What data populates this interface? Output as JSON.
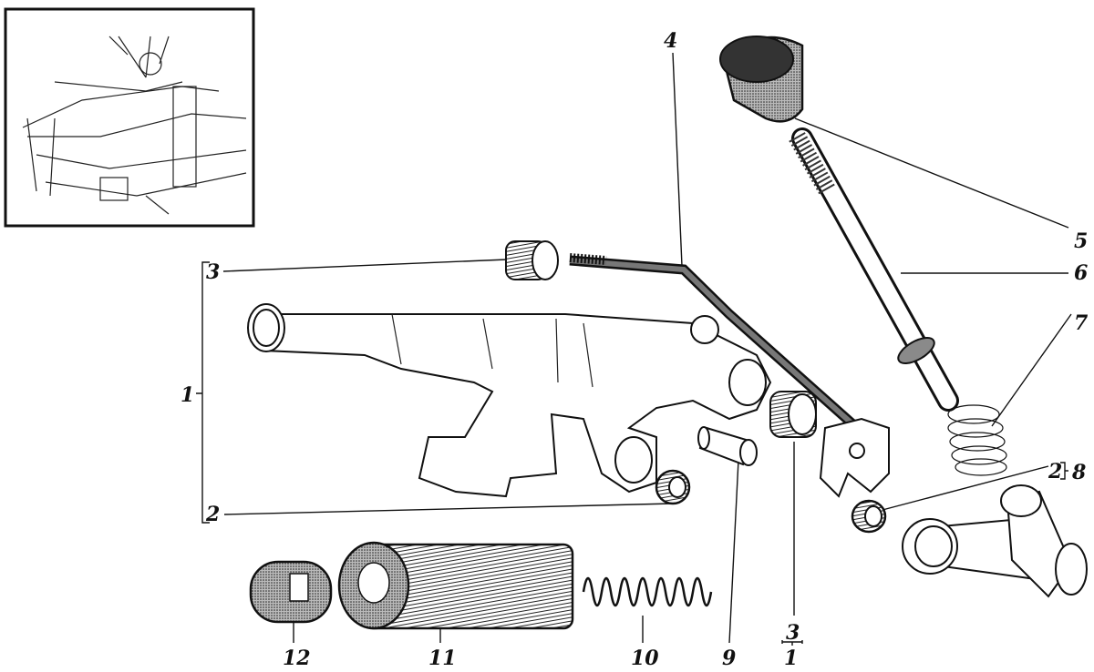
{
  "diagram": {
    "labels": {
      "l1": "1",
      "l2": "2",
      "l3": "3",
      "l4": "4",
      "l5": "5",
      "l6": "6",
      "l7": "7",
      "l8_2": "2",
      "l8": "8",
      "l9": "9",
      "l10": "10",
      "l11": "11",
      "l12": "12",
      "l31_top": "3",
      "l31_bottom": "1"
    }
  }
}
